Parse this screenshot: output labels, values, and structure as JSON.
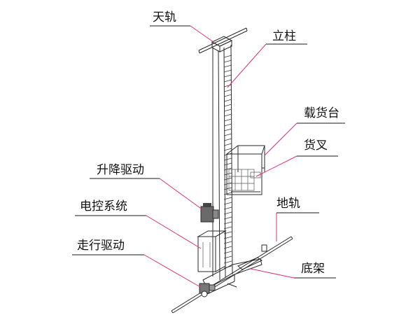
{
  "labels": {
    "sky_rail": "天轨",
    "column": "立柱",
    "platform": "载货台",
    "fork": "货叉",
    "lift_drive": "升降驱动",
    "control": "电控系统",
    "ground_rail": "地轨",
    "travel_drive": "走行驱动",
    "base": "底架"
  },
  "colors": {
    "leader": "#e0307a",
    "label_underline": "#1a1a1a",
    "drawing": "#2a2a2a"
  }
}
